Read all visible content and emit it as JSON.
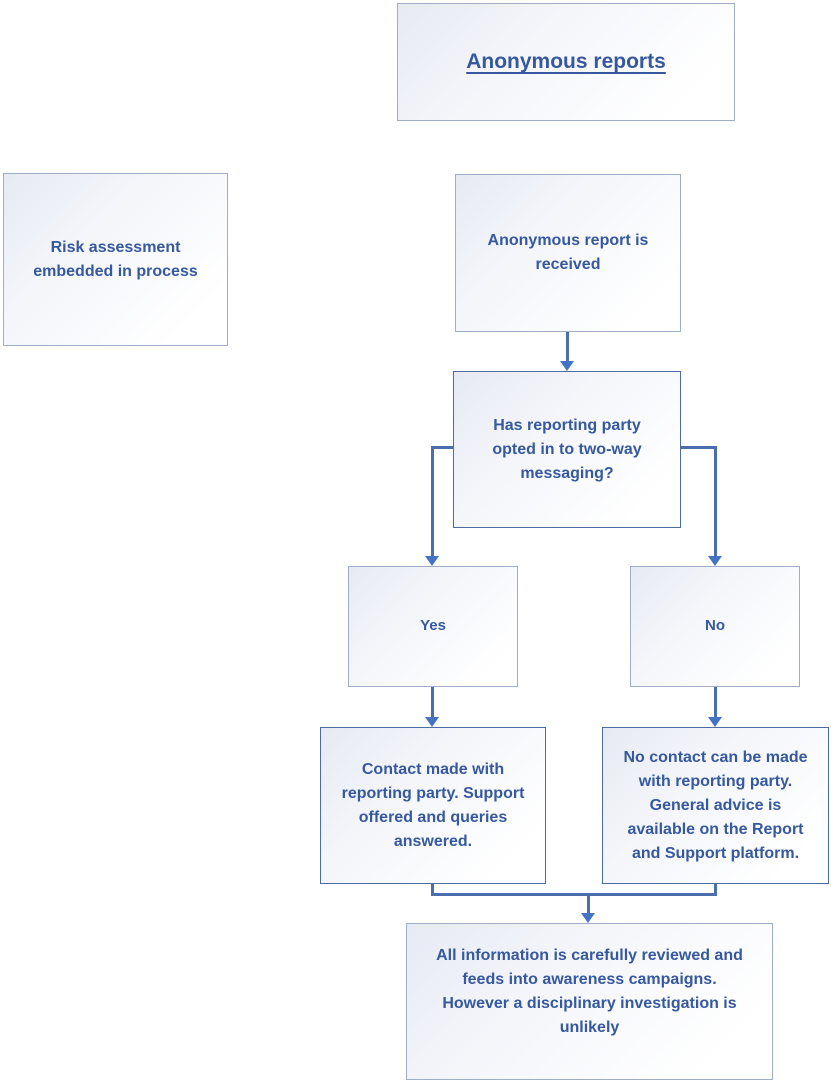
{
  "palette": {
    "text": "#35589f",
    "border_light": "#9fadc9",
    "border_dark": "#4b6da3",
    "line": "#4a6eae",
    "arrow": "#4472c4",
    "fill_start": "#e7eaf3",
    "fill_end": "#ffffff"
  },
  "title": {
    "label": "Anonymous reports"
  },
  "nodes": {
    "risk": {
      "text": [
        "Risk assessment",
        "embedded in process"
      ]
    },
    "received": {
      "text": [
        "Anonymous report is",
        "received"
      ]
    },
    "decision": {
      "text": [
        "Has reporting party",
        "opted in to two-way",
        "messaging?"
      ]
    },
    "yes": {
      "text": "Yes"
    },
    "no": {
      "text": "No"
    },
    "contact": {
      "text": [
        "Contact made with",
        "reporting party. Support",
        "offered and queries",
        "answered."
      ]
    },
    "no_contact": {
      "text": [
        "No contact can be made",
        "with reporting party.",
        "General advice is",
        "available on the Report",
        "and Support platform."
      ]
    },
    "outcome": {
      "text": [
        "All information is carefully reviewed and",
        "feeds into awareness campaigns.",
        "However a disciplinary investigation is",
        "unlikely"
      ]
    }
  }
}
